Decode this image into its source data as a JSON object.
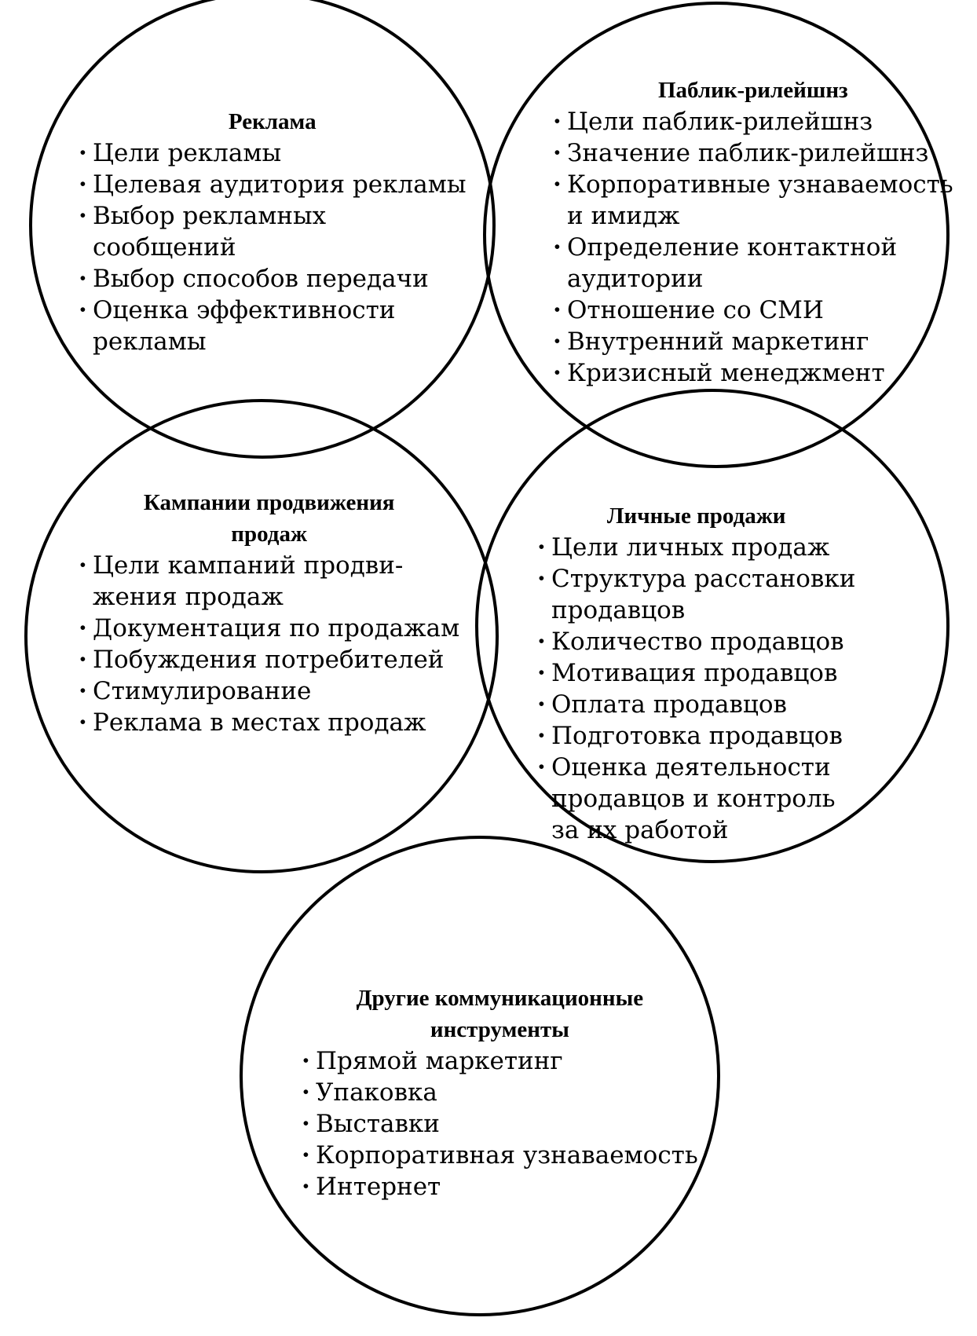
{
  "circles": {
    "advertising": {
      "title": [
        "Реклама"
      ],
      "items": [
        {
          "lines": [
            "Цели рекламы"
          ]
        },
        {
          "lines": [
            "Целевая аудитория рекламы"
          ]
        },
        {
          "lines": [
            "Выбор рекламных",
            "сообщений"
          ]
        },
        {
          "lines": [
            "Выбор способов передачи"
          ]
        },
        {
          "lines": [
            "Оценка эффективности",
            "рекламы"
          ]
        }
      ]
    },
    "public_relations": {
      "title": [
        "Паблик-рилейшнз"
      ],
      "items": [
        {
          "lines": [
            "Цели паблик-рилейшнз"
          ]
        },
        {
          "lines": [
            "Значение паблик-рилейшнз"
          ]
        },
        {
          "lines": [
            "Корпоративные узнаваемость",
            "и имидж"
          ]
        },
        {
          "lines": [
            "Определение контактной",
            "аудитории"
          ]
        },
        {
          "lines": [
            "Отношение со СМИ"
          ]
        },
        {
          "lines": [
            "Внутренний маркетинг"
          ]
        },
        {
          "lines": [
            "Кризисный менеджмент"
          ]
        }
      ]
    },
    "sales_promotion": {
      "title": [
        "Кампании продвижения",
        "продаж"
      ],
      "items": [
        {
          "lines": [
            "Цели кампаний продви-",
            "жения продаж"
          ]
        },
        {
          "lines": [
            "Документация по продажам"
          ]
        },
        {
          "lines": [
            "Побуждения потребителей"
          ]
        },
        {
          "lines": [
            "Стимулирование"
          ]
        },
        {
          "lines": [
            "Реклама в местах продаж"
          ]
        }
      ]
    },
    "personal_selling": {
      "title": [
        "Личные продажи"
      ],
      "items": [
        {
          "lines": [
            "Цели личных продаж"
          ]
        },
        {
          "lines": [
            "Структура расстановки",
            "продавцов"
          ]
        },
        {
          "lines": [
            "Количество продавцов"
          ]
        },
        {
          "lines": [
            "Мотивация продавцов"
          ]
        },
        {
          "lines": [
            "Оплата продавцов"
          ]
        },
        {
          "lines": [
            "Подготовка продавцов"
          ]
        },
        {
          "lines": [
            "Оценка деятельности",
            "продавцов и контроль",
            "за их работой"
          ]
        }
      ]
    },
    "other_tools": {
      "title": [
        "Другие коммуникационные",
        "инструменты"
      ],
      "items": [
        {
          "lines": [
            "Прямой маркетинг"
          ]
        },
        {
          "lines": [
            "Упаковка"
          ]
        },
        {
          "lines": [
            "Выставки"
          ]
        },
        {
          "lines": [
            "Корпоративная узнаваемость"
          ]
        },
        {
          "lines": [
            "Интернет"
          ]
        }
      ]
    }
  },
  "style": {
    "stroke": "#000000",
    "background": "#ffffff"
  }
}
